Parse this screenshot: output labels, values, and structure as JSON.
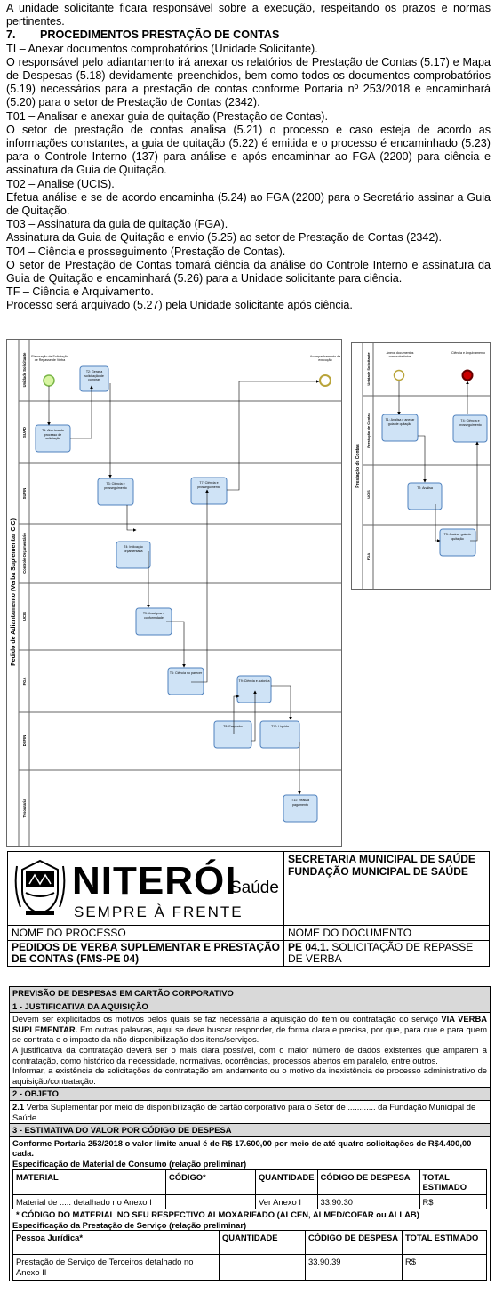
{
  "prose": {
    "intro": "A unidade solicitante ficara responsável sobre a execução, respeitando os prazos e normas pertinentes.",
    "section7_num": "7.",
    "section7_title": "PROCEDIMENTOS PRESTAÇÃO DE CONTAS",
    "ti": "TI – Anexar documentos comprobatórios (Unidade Solicitante).",
    "ti_text": "O responsável pelo adiantamento irá anexar os relatórios de Prestação de Contas (5.17) e Mapa de Despesas (5.18) devidamente preenchidos, bem como todos os documentos comprobatórios (5.19) necessários para a prestação de contas conforme Portaria nº 253/2018 e encaminhará (5.20) para o setor de Prestação de Contas (2342).",
    "t01": "T01 – Analisar e anexar guia de quitação (Prestação de Contas).",
    "t01_text": "O setor de prestação de contas analisa (5.21) o processo e caso esteja de acordo as informações constantes, a guia de quitação (5.22) é emitida e o processo é encaminhado (5.23) para o Controle Interno (137) para análise e após encaminhar ao FGA (2200) para ciência e assinatura da Guia de Quitação.",
    "t02": "T02 – Analise (UCIS).",
    "t02_text": "Efetua análise e se de acordo encaminha (5.24) ao FGA (2200) para o Secretário assinar a Guia de Quitação.",
    "t03": "T03 – Assinatura da guia de quitação (FGA).",
    "t03_text": "Assinatura da Guia de Quitação e envio (5.25) ao setor de Prestação de Contas (2342).",
    "t04": "T04 – Ciência e  prosseguimento (Prestação de Contas).",
    "t04_text": "O setor de Prestação de Contas tomará ciência da análise do Controle Interno e assinatura da Guia de Quitação e encaminhará (5.26) para a Unidade solicitante para ciência.",
    "tf": "TF – Ciência e Arquivamento.",
    "tf_text": "Processo será arquivado (5.27) pela Unidade solicitante após ciência."
  },
  "diagram1": {
    "pool": "Pedido de Adiantamento (Verba Suplementar C.C)",
    "lanes": [
      "Unidade Solicitante",
      "SUAD",
      "SUFIN",
      "Controle Orçamentário",
      "UCIS",
      "FGA",
      "DEFIN",
      "Tesouraria"
    ],
    "start_label": "Elaboração de Solicitação de Repasse de Verba",
    "end_label": "Acompanhamento da execução",
    "tasks": [
      "T1: Abertura do processo de solicitação",
      "T2: Gerar a solicitação de compras",
      "T3: Ciência e prosseguimento",
      "T4: Indicação orçamentária",
      "T5: Averiguar a conformidade",
      "T6: Ciência no parecer",
      "T7: Ciência e prosseguimento",
      "T8: Empenho",
      "T9: Ciência e autoriza",
      "T10: Liquida",
      "T11: Realiza pagamento"
    ]
  },
  "diagram2": {
    "pool": "Prestação de Contas",
    "lanes": [
      "Unidade Solicitante",
      "Prestação de Contas",
      "UCIS",
      "FGA"
    ],
    "start_label": "Anexa documentos comprobatórios",
    "end_label": "Ciência e Arquivamento",
    "tasks": [
      "T1: Analisa e anexar guia de quitação",
      "T2: Analisa",
      "T3: Assinar guia de quitação",
      "T4: Ciência e prosseguimento"
    ]
  },
  "header": {
    "logo_city": "NITERÓI",
    "logo_tagline": "SEMPRE À FRENTE",
    "logo_dept": "Saúde",
    "org_line1": "SECRETARIA MUNICIPAL DE SAÚDE",
    "org_line2": "FUNDAÇÃO MUNICIPAL DE SAÚDE",
    "process_label": "NOME DO PROCESSO",
    "process_value": "PEDIDOS DE VERBA SUPLEMENTAR E PRESTAÇÃO DE CONTAS (FMS-PE 04)",
    "doc_label": "NOME DO DOCUMENTO",
    "doc_code": "PE 04.1.",
    "doc_value": "SOLICITAÇÃO DE REPASSE DE VERBA"
  },
  "form": {
    "title": "PREVISÃO DE DESPESAS EM CARTÃO CORPORATIVO",
    "s1_title": "1 - JUSTIFICATIVA DA AQUISIÇÃO",
    "s1_p1a": "Devem ser explicitados os motivos pelos quais se faz necessária a aquisição do item ou contratação do serviço ",
    "s1_p1b": "VIA VERBA SUPLEMENTAR.",
    "s1_p1c": "  Em outras palavras, aqui se deve buscar responder, de forma clara e precisa, por que, para que e para quem se contrata e o impacto da não disponibilização dos itens/serviços.",
    "s1_p2": "A justificativa da contratação deverá ser o mais clara possível, com o maior número de dados existentes que amparem a contratação, como histórico da necessidade, normativas, ocorrências, processos abertos em paralelo, entre outros.",
    "s1_p3": "Informar, a existência de solicitações de contratação em andamento ou o motivo da inexistência de processo administrativo de aquisição/contratação.",
    "s2_title": "2 - OBJETO",
    "s2_num": "2.1",
    "s2_text": " Verba Suplementar por meio de disponibilização de cartão corporativo para o Setor de ............ da Fundação Municipal de Saúde",
    "s3_title": "3 - ESTIMATIVA DO VALOR POR CÓDIGO DE DESPESA",
    "s3_intro": "Conforme Portaria 253/2018 o valor limite anual é de R$ 17.600,00 por meio de até quatro solicitações de R$4.400,00 cada.",
    "s3_mat_title": "Especificação de Material de Consumo (relação preliminar)",
    "mat_headers": [
      "MATERIAL",
      "CÓDIGO*",
      "QUANTIDADE",
      "CÓDIGO DE DESPESA",
      "TOTAL ESTIMADO"
    ],
    "mat_row": [
      "Material de ..... detalhado no Anexo I",
      "",
      "Ver Anexo I",
      "33.90.30",
      "R$"
    ],
    "mat_note": "* CÓDIGO DO MATERIAL NO SEU RESPECTIVO ALMOXARIFADO (ALCEN, ALMED/COFAR ou ALLAB)",
    "s3_serv_title": "Especificação da Prestação de Serviço (relação preliminar)",
    "serv_headers": [
      "Pessoa Jurídica*",
      "QUANTIDADE",
      "CÓDIGO DE DESPESA",
      "TOTAL ESTIMADO"
    ],
    "serv_row": [
      "Prestação de Serviço de Terceiros detalhado no Anexo II",
      "",
      "33.90.39",
      "R$"
    ]
  }
}
